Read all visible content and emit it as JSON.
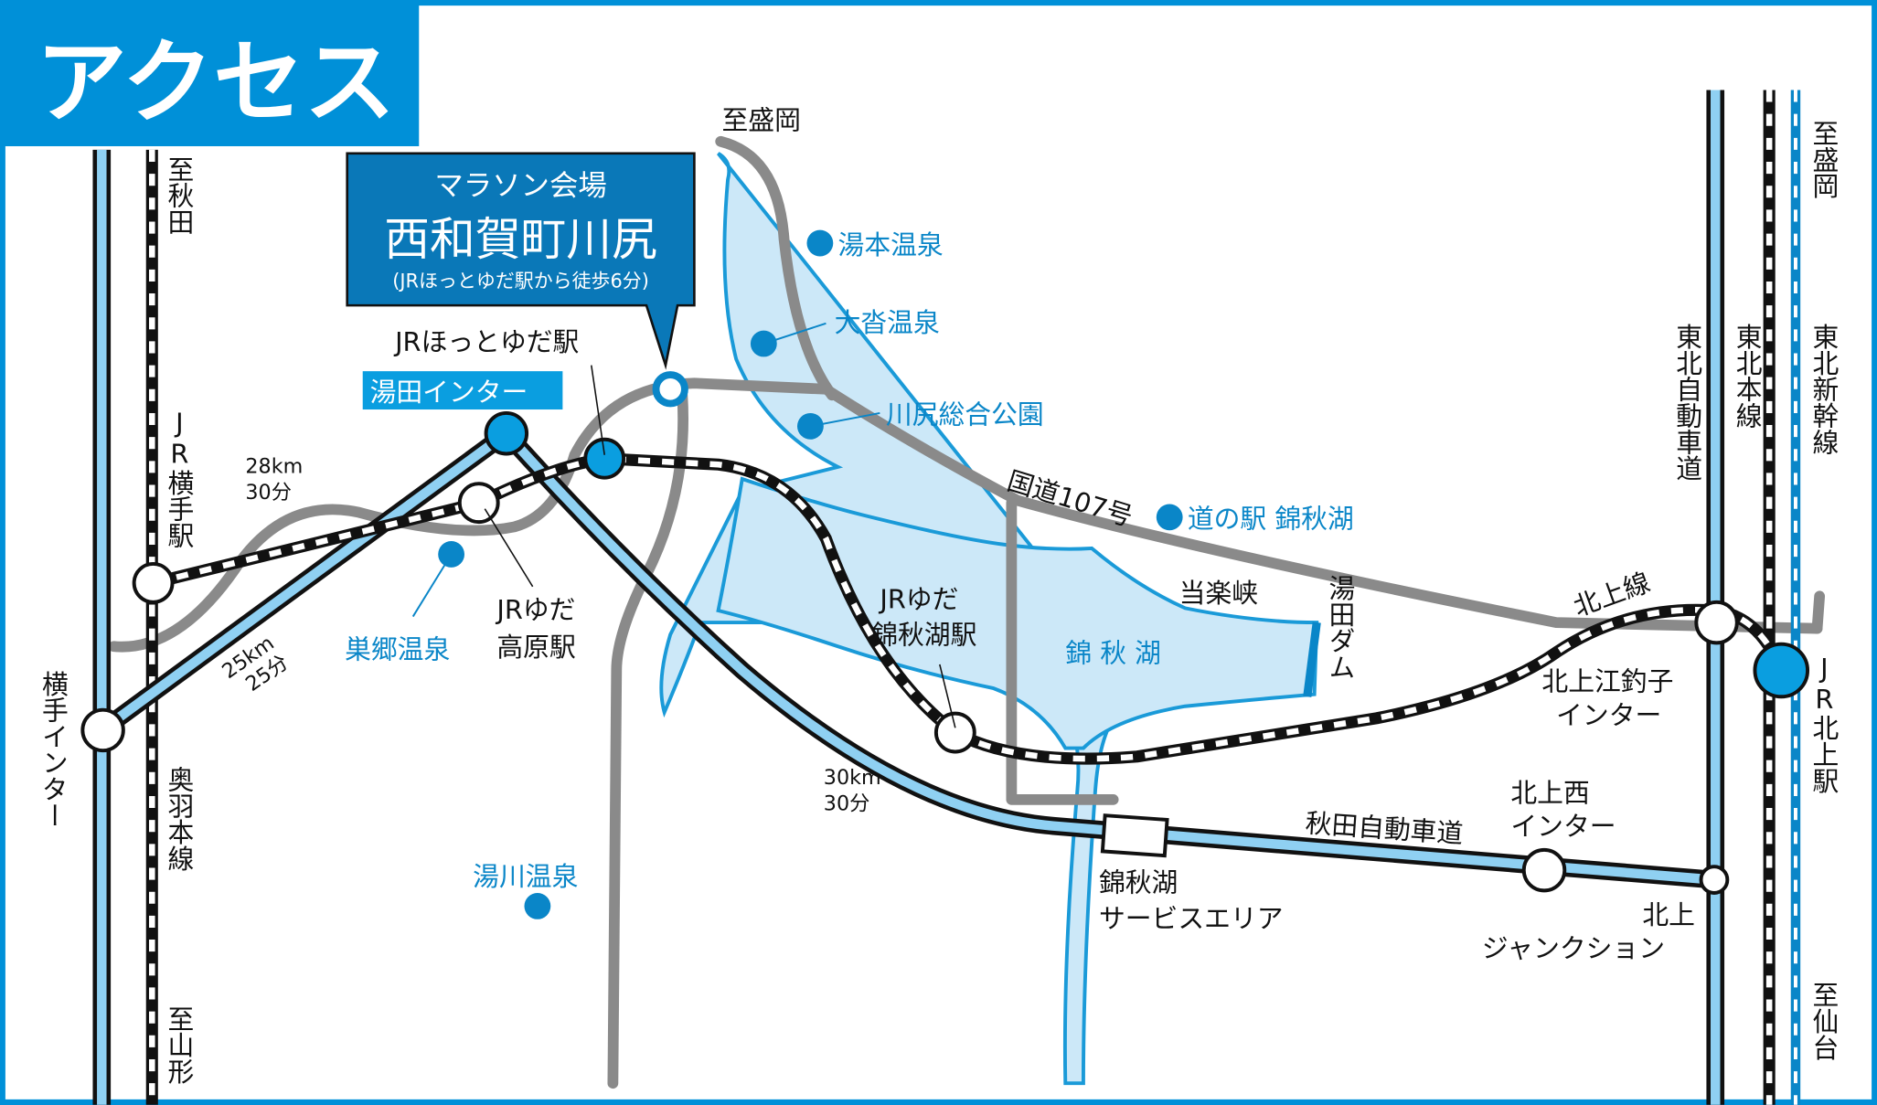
{
  "header": {
    "title": "アクセス"
  },
  "colors": {
    "brand": "#0090d8",
    "callout": "#0a78b8",
    "expressway": "#8fd0f2",
    "lake": "#cce8f8",
    "road": "#8a8a8a"
  },
  "callout": {
    "line1": "マラソン会場",
    "line2": "西和賀町川尻",
    "line3": "(JRほっとゆだ駅から徒歩6分)"
  },
  "directions": {
    "akita": "至秋田",
    "morioka_top": "至盛岡",
    "morioka_right": "至盛岡",
    "yamagata": "至山形",
    "sendai": "至仙台"
  },
  "lines": {
    "ou": "奥羽本線",
    "tohoku_exp": "東北自動車道",
    "tohoku_main": "東北本線",
    "shinkansen": "東北新幹線",
    "kitakami_line": "北上線",
    "akita_exp": "秋田自動車道",
    "route107": "国道107号"
  },
  "stations": {
    "yokote": "JR横手駅",
    "hottoyuda": "JRほっとゆだ駅",
    "yuda_kogen_1": "JRゆだ",
    "yuda_kogen_2": "高原駅",
    "yuda_kinshuko_1": "JRゆだ",
    "yuda_kinshuko_2": "錦秋湖駅",
    "kitakami": "JR北上駅"
  },
  "interchanges": {
    "yuda": "湯田インター",
    "yokote": "横手インター",
    "etsuriko_1": "北上江釣子",
    "etsuriko_2": "インター",
    "kitakami_nishi_1": "北上西",
    "kitakami_nishi_2": "インター",
    "jct_1": "北上",
    "jct_2": "ジャンクション",
    "sa_1": "錦秋湖",
    "sa_2": "サービスエリア"
  },
  "spots": {
    "yumoto": "湯本温泉",
    "oshikake": "大沓温泉",
    "kawajiri_park": "川尻総合公園",
    "michinoeki": "道の駅 錦秋湖",
    "sugo": "巣郷温泉",
    "yukawa": "湯川温泉"
  },
  "places": {
    "lake": "錦 秋 湖",
    "torakyo": "当楽峡",
    "dam": "湯田ダム"
  },
  "distances": {
    "d1_km": "28km",
    "d1_min": "30分",
    "d2_km": "25km",
    "d2_min": "25分",
    "d3_km": "30km",
    "d3_min": "30分"
  }
}
